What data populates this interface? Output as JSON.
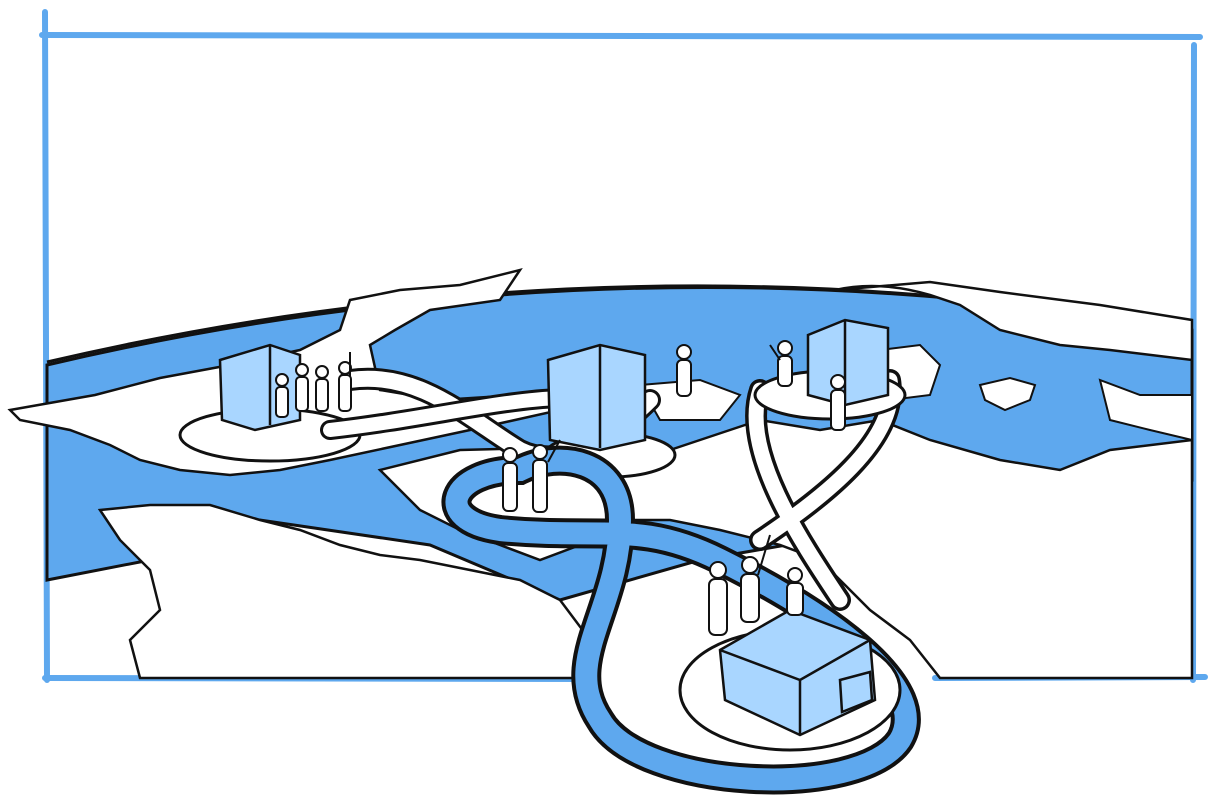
{
  "illustration": {
    "colors": {
      "frame": "#5ea8ee",
      "ocean": "#5ea8ee",
      "building": "#a9d6ff",
      "ink": "#111111",
      "paper": "#ffffff"
    },
    "elements": [
      "globe",
      "loop-paths",
      "buildings",
      "people",
      "frame"
    ]
  }
}
